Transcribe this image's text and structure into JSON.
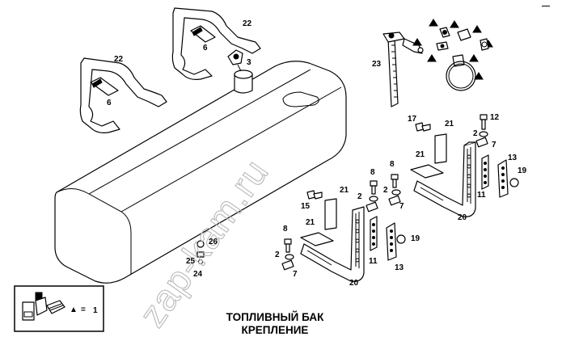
{
  "title": {
    "line1": "ТОПЛИВНЫЙ БАК",
    "line2": "КРЕПЛЕНИЕ"
  },
  "watermark": "zap-kam.ru",
  "corner_mark": "—",
  "legend": {
    "symbol": "▲",
    "equals": "=",
    "value": "1"
  },
  "callouts": {
    "c22a": "22",
    "c22b": "22",
    "c6a": "6",
    "c6b": "6",
    "c3": "3",
    "c23": "23",
    "c17": "17",
    "c12": "12",
    "c21a": "21",
    "c21b": "21",
    "c2a": "2",
    "c7a": "7",
    "c13a": "13",
    "c8a": "8",
    "c8b": "8",
    "c19a": "19",
    "c21c": "21",
    "c2b": "2",
    "c2c": "2",
    "c11a": "11",
    "c15": "15",
    "c7b": "7",
    "c20a": "20",
    "c21d": "21",
    "c8c": "8",
    "c26": "26",
    "c19b": "19",
    "c2d": "2",
    "c25": "25",
    "c11b": "11",
    "c13b": "13",
    "c24": "24",
    "c7c": "7",
    "c20b": "20"
  },
  "colors": {
    "ink": "#000000",
    "paper": "#ffffff",
    "watermark": "#b9b9b9"
  }
}
